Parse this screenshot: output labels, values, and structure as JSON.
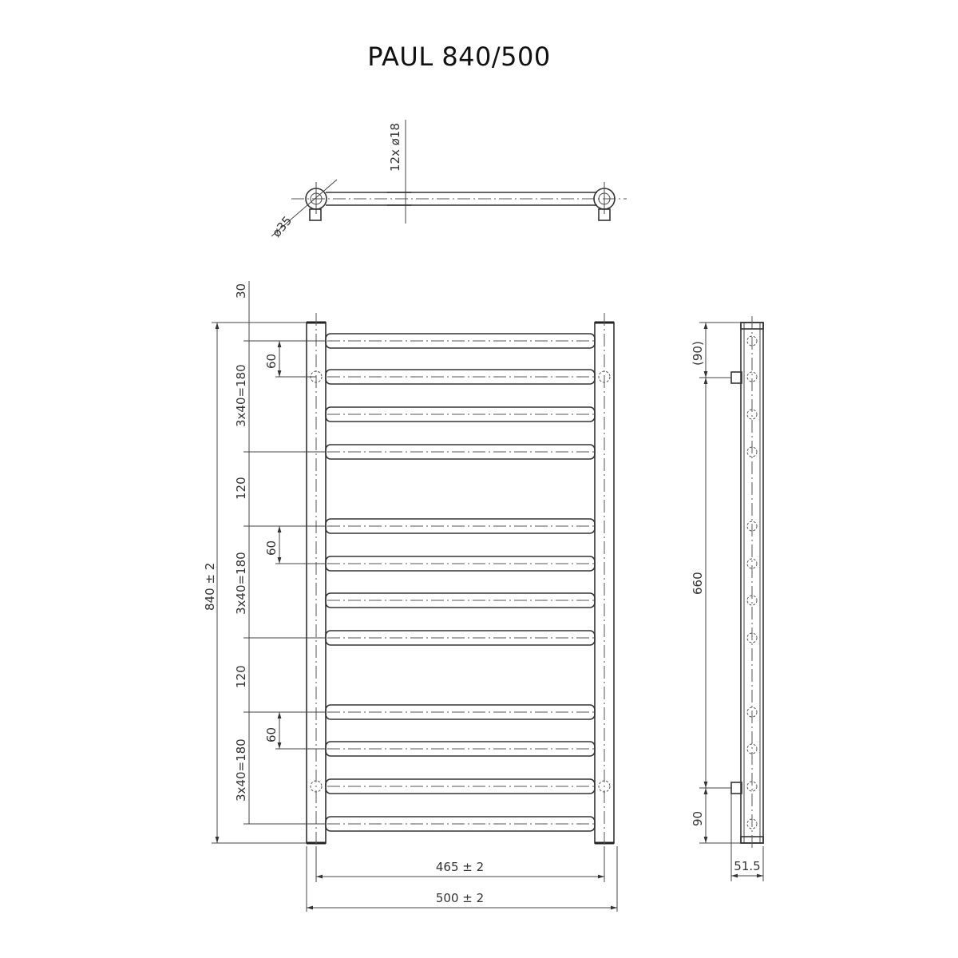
{
  "title": "PAUL 840/500",
  "top_view": {
    "bar_callout": "12x  ø18",
    "post_diameter": "ø35"
  },
  "front_view": {
    "height": "840 ± 2",
    "top_offset": "30",
    "groups": [
      {
        "spacing": "3x40=180",
        "mount_offset": "60"
      },
      {
        "gap": "120"
      },
      {
        "spacing": "3x40=180",
        "mount_offset": "60"
      },
      {
        "gap": "120"
      },
      {
        "spacing": "3x40=180",
        "mount_offset": "60"
      }
    ],
    "width_centers": "465 ± 2",
    "width_overall": "500 ± 2",
    "bar_count": 12
  },
  "side_view": {
    "top_offset": "(90)",
    "mount_spacing": "660",
    "bottom_offset": "90",
    "depth": "51.5"
  }
}
